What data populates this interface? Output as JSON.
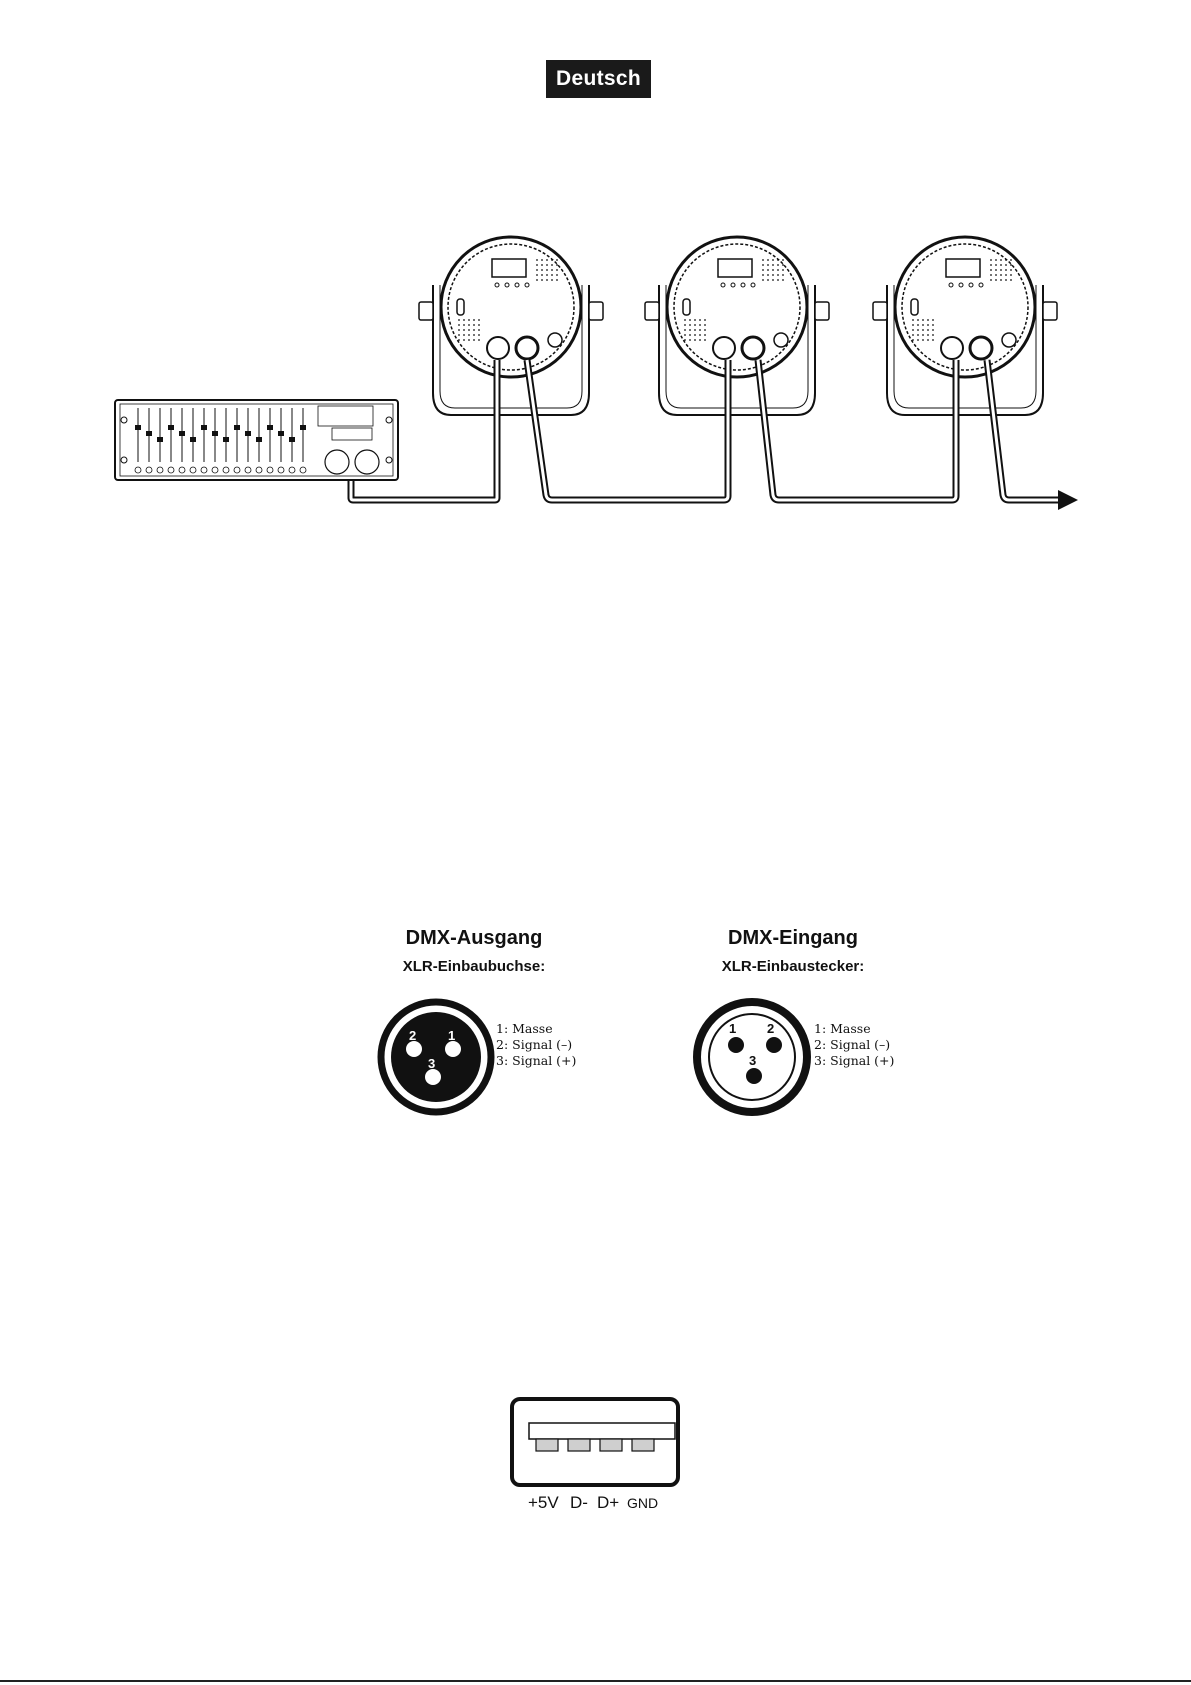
{
  "header": {
    "language_badge": "Deutsch"
  },
  "dmx_output": {
    "title": "DMX-Ausgang",
    "subtitle": "XLR-Einbaubuchse:",
    "pin_labels": [
      "2",
      "1",
      "3"
    ],
    "legend": [
      "1: Masse",
      "2: Signal (–)",
      "3: Signal (+)"
    ]
  },
  "dmx_input": {
    "title": "DMX-Eingang",
    "subtitle": "XLR-Einbaustecker:",
    "pin_labels": [
      "1",
      "2",
      "3"
    ],
    "legend": [
      "1: Masse",
      "2: Signal (–)",
      "3: Signal (+)"
    ]
  },
  "usb": {
    "pins": [
      "+5V",
      "D-",
      "D+",
      "GND"
    ]
  },
  "colors": {
    "ink": "#111111",
    "badge_bg": "#1a1a1a",
    "pad_fill": "#cfcfcf"
  }
}
